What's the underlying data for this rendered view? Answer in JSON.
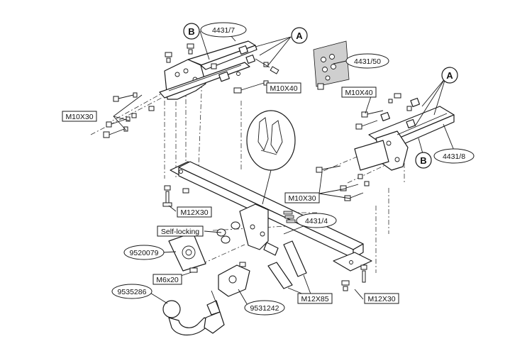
{
  "labels": {
    "part_4431_7": "4431/7",
    "part_4431_50": "4431/50",
    "part_4431_8": "4431/8",
    "part_4431_4": "4431/4",
    "part_9520079": "9520079",
    "part_9535286": "9535286",
    "part_9531242": "9531242",
    "letter_a": "A",
    "letter_b": "B",
    "bolt_m10x40": "M10X40",
    "bolt_m10x30": "M10X30",
    "bolt_m12x30": "M12X30",
    "bolt_m12x85": "M12X85",
    "bolt_m6x20": "M6x20",
    "self_locking": "Self-locking"
  }
}
